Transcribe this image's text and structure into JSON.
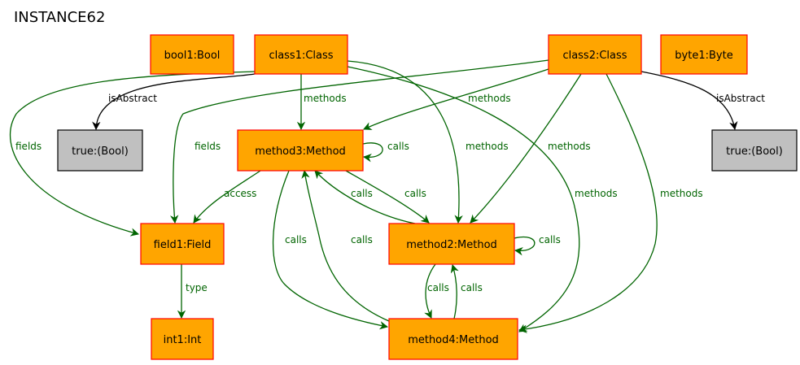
{
  "title": "INSTANCE62",
  "colors": {
    "object_fill": "#ffa500",
    "object_stroke": "#ff0000",
    "value_fill": "#c0c0c0",
    "value_stroke": "#000000",
    "green_edge": "#006400",
    "black_edge": "#000000"
  },
  "nodes": {
    "bool1": {
      "label": "bool1:Bool",
      "kind": "object"
    },
    "class1": {
      "label": "class1:Class",
      "kind": "object"
    },
    "class2": {
      "label": "class2:Class",
      "kind": "object"
    },
    "byte1": {
      "label": "byte1:Byte",
      "kind": "object"
    },
    "true_left": {
      "label": "true:(Bool)",
      "kind": "value"
    },
    "true_right": {
      "label": "true:(Bool)",
      "kind": "value"
    },
    "method3": {
      "label": "method3:Method",
      "kind": "object"
    },
    "field1": {
      "label": "field1:Field",
      "kind": "object"
    },
    "method2": {
      "label": "method2:Method",
      "kind": "object"
    },
    "int1": {
      "label": "int1:Int",
      "kind": "object"
    },
    "method4": {
      "label": "method4:Method",
      "kind": "object"
    }
  },
  "edges": [
    {
      "id": "c1-isabstract",
      "from": "class1",
      "to": "true_left",
      "label": "isAbstract",
      "color": "black"
    },
    {
      "id": "c1-fields",
      "from": "class1",
      "to": "field1",
      "label": "fields",
      "color": "green"
    },
    {
      "id": "c1-methods-m3",
      "from": "class1",
      "to": "method3",
      "label": "methods",
      "color": "green"
    },
    {
      "id": "c1-methods-m2",
      "from": "class1",
      "to": "method2",
      "label": "methods",
      "color": "green"
    },
    {
      "id": "c1-methods-m4",
      "from": "class1",
      "to": "method4",
      "label": "methods",
      "color": "green"
    },
    {
      "id": "c2-isabstract",
      "from": "class2",
      "to": "true_right",
      "label": "isAbstract",
      "color": "black"
    },
    {
      "id": "c2-fields",
      "from": "class2",
      "to": "field1",
      "label": "fields",
      "color": "green"
    },
    {
      "id": "c2-methods-m3",
      "from": "class2",
      "to": "method3",
      "label": "methods",
      "color": "green"
    },
    {
      "id": "c2-methods-m2",
      "from": "class2",
      "to": "method2",
      "label": "methods",
      "color": "green"
    },
    {
      "id": "c2-methods-m4",
      "from": "class2",
      "to": "method4",
      "label": "methods",
      "color": "green"
    },
    {
      "id": "m3-calls-self",
      "from": "method3",
      "to": "method3",
      "label": "calls",
      "color": "green"
    },
    {
      "id": "m3-access",
      "from": "method3",
      "to": "field1",
      "label": "access",
      "color": "green"
    },
    {
      "id": "m3-calls-m2",
      "from": "method3",
      "to": "method2",
      "label": "calls",
      "color": "green"
    },
    {
      "id": "m2-calls-m3",
      "from": "method2",
      "to": "method3",
      "label": "calls",
      "color": "green"
    },
    {
      "id": "m3-calls-m4",
      "from": "method3",
      "to": "method4",
      "label": "calls",
      "color": "green"
    },
    {
      "id": "m4-calls-m3",
      "from": "method4",
      "to": "method3",
      "label": "calls",
      "color": "green"
    },
    {
      "id": "m2-calls-self",
      "from": "method2",
      "to": "method2",
      "label": "calls",
      "color": "green"
    },
    {
      "id": "m2-calls-m4",
      "from": "method2",
      "to": "method4",
      "label": "calls",
      "color": "green"
    },
    {
      "id": "m4-calls-m2",
      "from": "method4",
      "to": "method2",
      "label": "calls",
      "color": "green"
    },
    {
      "id": "f1-type",
      "from": "field1",
      "to": "int1",
      "label": "type",
      "color": "green"
    }
  ]
}
